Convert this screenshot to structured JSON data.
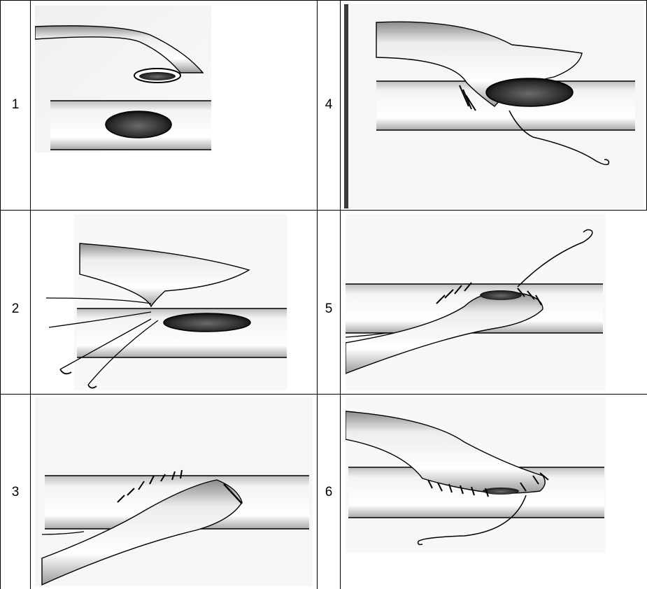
{
  "steps": [
    {
      "number": "1"
    },
    {
      "number": "2"
    },
    {
      "number": "3"
    },
    {
      "number": "4"
    },
    {
      "number": "5"
    },
    {
      "number": "6"
    }
  ],
  "colors": {
    "ink": "#000000",
    "paper": "#ffffff",
    "shade": "#c8c8c8",
    "vessel_shade": "#8a8a8a"
  }
}
